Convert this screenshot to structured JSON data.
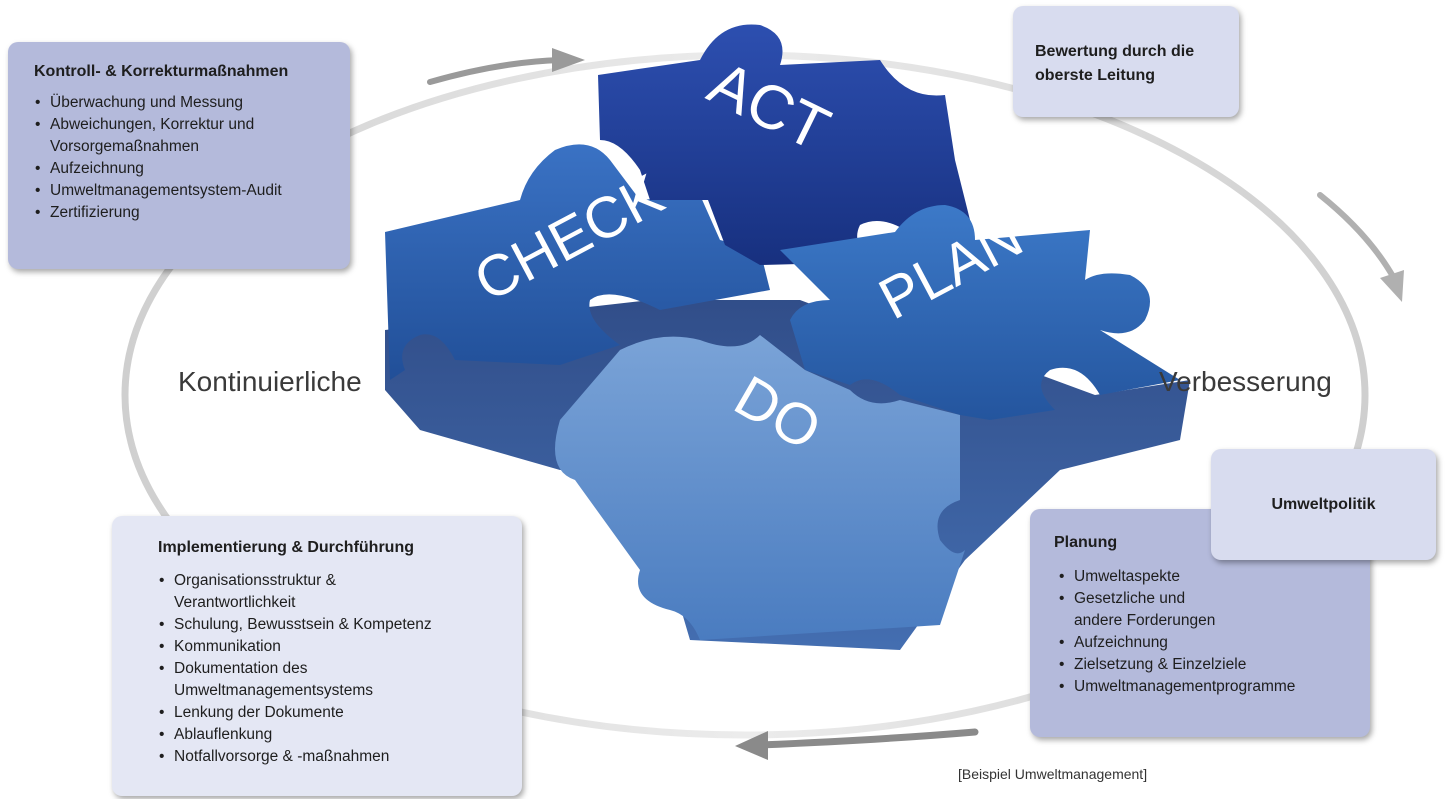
{
  "puzzle": {
    "act": "ACT",
    "check": "CHECK",
    "plan": "PLAN",
    "do": "DO"
  },
  "cycle": {
    "left_label": "Kontinuierliche",
    "right_label": "Verbesserung"
  },
  "check_box": {
    "title": "Kontroll- & Korrekturmaßnahmen",
    "items": [
      [
        "Überwachung und Messung"
      ],
      [
        "Abweichungen, Korrektur und",
        "Vorsorgemaßnahmen"
      ],
      [
        "Aufzeichnung"
      ],
      [
        "Umweltmanagementsystem-Audit"
      ],
      [
        "Zertifizierung"
      ]
    ]
  },
  "act_box": {
    "title_line1": "Bewertung durch die",
    "title_line2": "oberste Leitung"
  },
  "do_box": {
    "title": "Implementierung & Durchführung",
    "items": [
      [
        "Organisationsstruktur &",
        "Verantwortlichkeit"
      ],
      [
        "Schulung, Bewusstsein & Kompetenz"
      ],
      [
        "Kommunikation"
      ],
      [
        "Dokumentation des",
        "Umweltmanagementsystems"
      ],
      [
        "Lenkung der Dokumente"
      ],
      [
        "Ablauflenkung"
      ],
      [
        "Notfallvorsorge & -maßnahmen"
      ]
    ]
  },
  "plan_box": {
    "title": "Planung",
    "items": [
      [
        "Umweltaspekte"
      ],
      [
        "Gesetzliche und",
        "andere Forderungen"
      ],
      [
        "Aufzeichnung"
      ],
      [
        "Zielsetzung & Einzelziele"
      ],
      [
        "Umweltmanagementprogramme"
      ]
    ]
  },
  "policy_box": {
    "title": "Umweltpolitik"
  },
  "caption": "[Beispiel Umweltmanagement]",
  "colors": {
    "act_piece": "#1f3e9c",
    "check_piece": "#2a5fb0",
    "plan_piece": "#2d66b8",
    "do_piece": "#6592cc",
    "box_dark": "#b4badb",
    "box_light": "#d8dcef",
    "ring": "#d9d9d9"
  }
}
